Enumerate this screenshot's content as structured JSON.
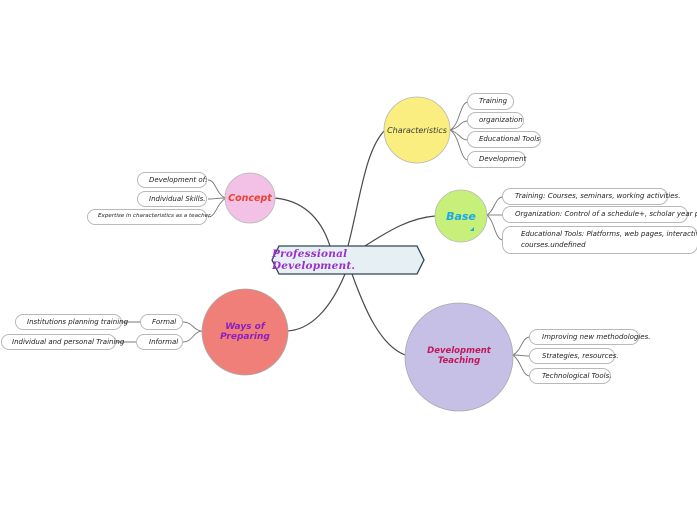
{
  "center": {
    "label": "Professional Development."
  },
  "branches": {
    "characteristics": {
      "label": "Characteristics",
      "color": "#f9ee7f",
      "text_color": "#3a3a3a",
      "items": [
        "Training",
        "organization",
        "Educational Tools",
        "Development"
      ]
    },
    "base": {
      "label": "Base",
      "color": "#c6f07a",
      "text_color": "#1aa7e6",
      "items": [
        "Training: Courses, seminars, working activities.",
        "Organization: Control of a schedule+, scholar year planning.",
        "Educational Tools: Platforms, web pages, interactive",
        "courses.undefined"
      ]
    },
    "concept": {
      "label": "Concept",
      "color": "#f3c1e6",
      "text_color": "#e8412f",
      "items": [
        "Development of:",
        "Individual Skills.",
        "Expertise in characteristics as a teacher."
      ]
    },
    "ways": {
      "label": "Ways of Preparing",
      "color": "#ef7f78",
      "text_color": "#8a1fc2",
      "items": [
        "Formal",
        "Informal"
      ],
      "sub_items": [
        "Institutions planning training",
        "Individual and personal Training"
      ]
    },
    "teaching": {
      "label": "Development Teaching",
      "color": "#c6bfe6",
      "text_color": "#c2185b",
      "items": [
        "Improving new methodologies.",
        "Strategies, resources.",
        "Technological Tools."
      ]
    }
  }
}
